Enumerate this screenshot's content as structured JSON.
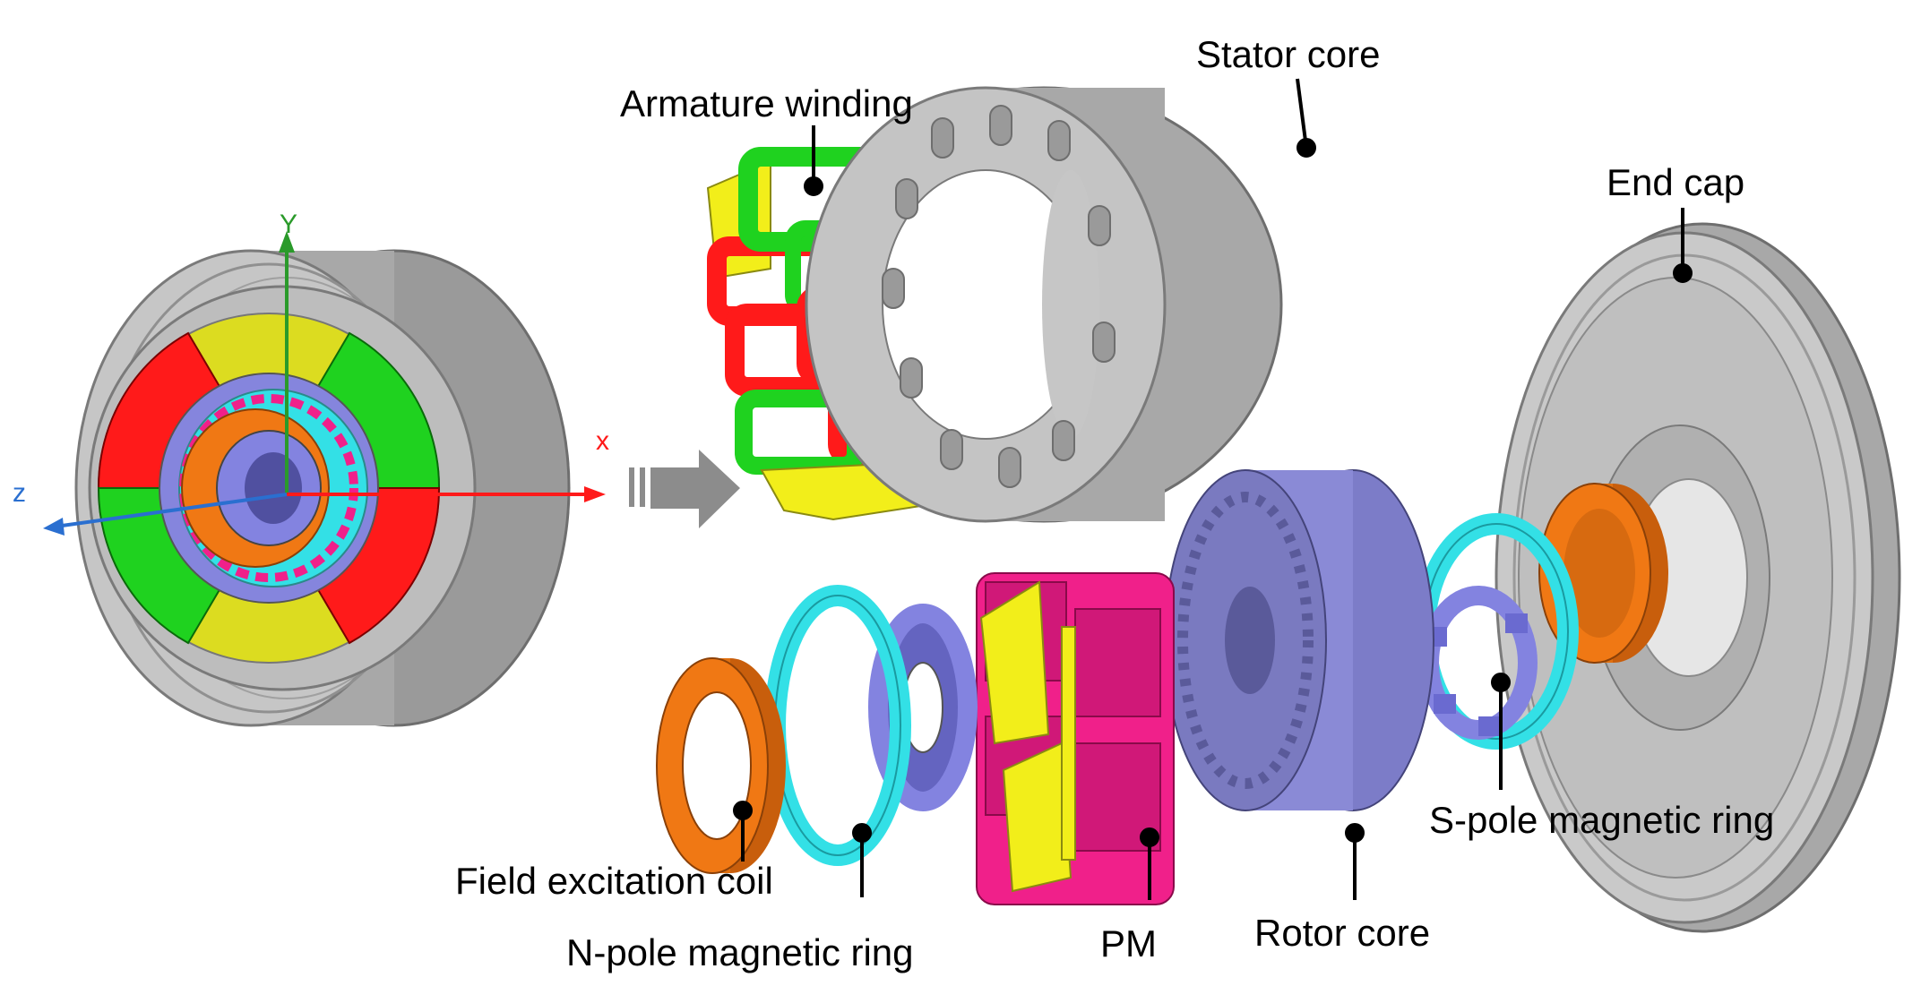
{
  "colors": {
    "gray": "#b4b4b4",
    "gray_dark": "#8c8c8c",
    "red": "#ff1a1a",
    "green": "#1fd21f",
    "yellow": "#f2ee1a",
    "cyan": "#33e0e6",
    "orange": "#f07814",
    "purple": "#8383e0",
    "magenta": "#f0208a",
    "axis_x": "#ff1a1a",
    "axis_y": "#2a9a2a",
    "axis_z": "#2a6fd0"
  },
  "axes": {
    "x": "x",
    "y": "Y",
    "z": "z"
  },
  "labels": {
    "armature_winding": "Armature winding",
    "stator_core": "Stator core",
    "end_cap": "End cap",
    "field_excitation_coil": "Field excitation coil",
    "n_pole_ring": "N-pole magnetic ring",
    "pm": "PM",
    "rotor_core": "Rotor core",
    "s_pole_ring": "S-pole magnetic ring"
  }
}
